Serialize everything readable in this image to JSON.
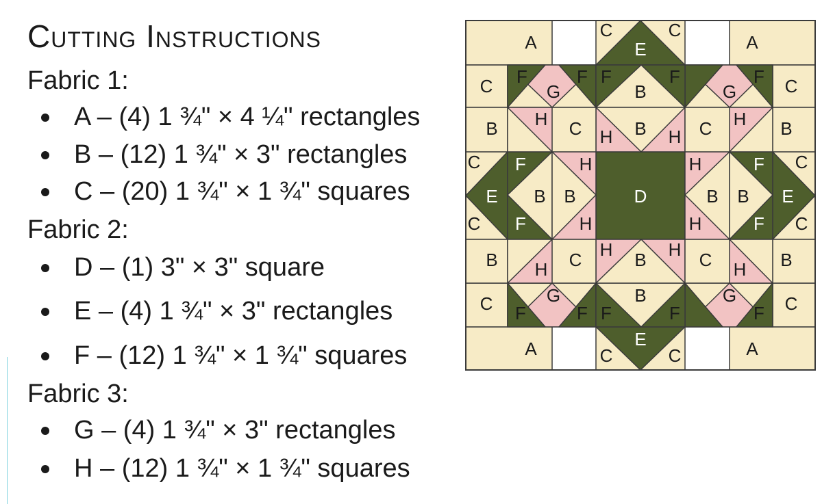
{
  "title": "Cutting Instructions",
  "sections": [
    {
      "heading": "Fabric 1:",
      "items": [
        "A – (4) 1 ¾\" × 4 ¼\" rectangles",
        "B – (12) 1 ¾\" × 3\" rectangles",
        "C – (20) 1 ¾\" × 1 ¾\" squares"
      ]
    },
    {
      "heading": "Fabric 2:",
      "items": [
        "D – (1) 3\" × 3\" square",
        "E – (4) 1 ¾\" × 3\" rectangles",
        "F – (12) 1 ¾\" × 1 ¾\" squares"
      ]
    },
    {
      "heading": "Fabric 3:",
      "items": [
        "G – (4) 1 ¾\" × 3\" rectangles",
        "H – (12) 1 ¾\" × 1 ¾\" squares"
      ]
    }
  ],
  "diagram": {
    "labels": {
      "a": "A",
      "b": "B",
      "c": "C",
      "d": "D",
      "e": "E",
      "f": "F",
      "g": "G",
      "h": "H"
    }
  },
  "colors": {
    "cream": "#f7ebc6",
    "green": "#4e5e2c",
    "pink": "#f2c3c3",
    "outline": "#3a3a3a",
    "accent_line": "#7fd1df"
  }
}
